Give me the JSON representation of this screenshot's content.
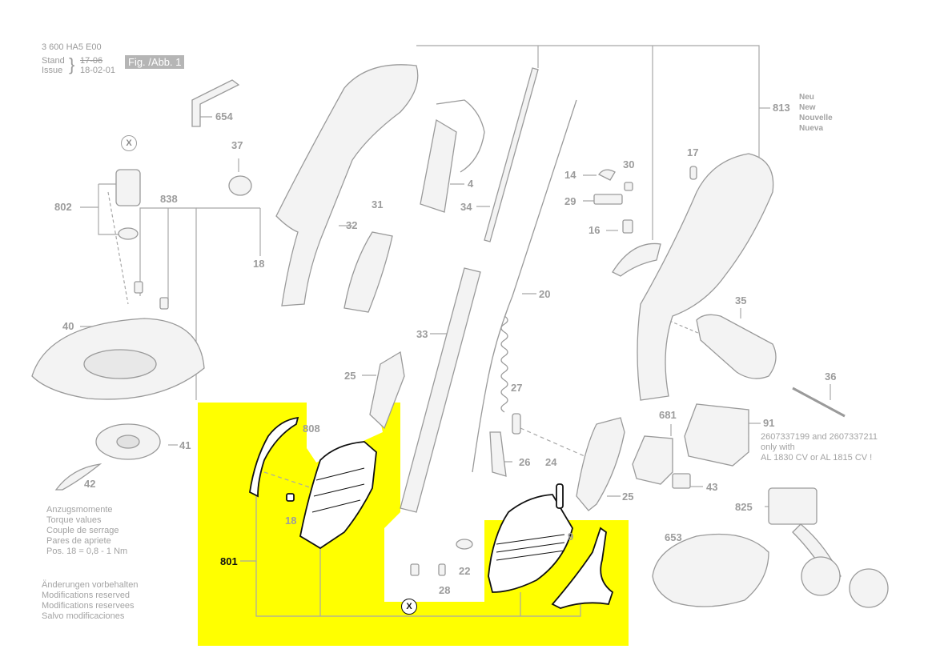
{
  "header": {
    "part_number": "3 600 HA5 E00",
    "stand_label": "Stand",
    "issue_label": "Issue",
    "stand_value": "17-06",
    "issue_value": "18-02-01",
    "figure_label": "Fig. /Abb. 1"
  },
  "callouts": {
    "c654": "654",
    "c37": "37",
    "c802": "802",
    "c838": "838",
    "c32": "32",
    "c31": "31",
    "c4": "4",
    "c34": "34",
    "c14": "14",
    "c30": "30",
    "c29": "29",
    "c17": "17",
    "c16": "16",
    "c813": "813",
    "c18a": "18",
    "c40": "40",
    "c33": "33",
    "c20": "20",
    "c35": "35",
    "c25a": "25",
    "c36": "36",
    "c27": "27",
    "c681": "681",
    "c91": "91",
    "c41": "41",
    "c808": "808",
    "c26": "26",
    "c24": "24",
    "c25b": "25",
    "c43": "43",
    "c42": "42",
    "c18b": "18",
    "c825": "825",
    "c653": "653",
    "c801": "801",
    "c22": "22",
    "c28": "28",
    "c9": "9"
  },
  "new_note": [
    "Neu",
    "New",
    "Nouvelle",
    "Nueva"
  ],
  "battery_note": [
    "2607337199 and 2607337211",
    "only with",
    "AL 1830 CV or AL 1815 CV !"
  ],
  "torque_note": [
    "Anzugsmomente",
    "Torque values",
    "Couple de serrage",
    "Pares de apriete",
    "Pos.   18 = 0,8 - 1 Nm"
  ],
  "modifications_note": [
    "Änderungen vorbehalten",
    "Modifications reserved",
    "Modifications reservees",
    "Salvo modificaciones"
  ],
  "marks": {
    "x_symbol": "X"
  },
  "colors": {
    "highlight": "#ffff00",
    "lines": "#a8a8a8",
    "dark": "#111111"
  }
}
